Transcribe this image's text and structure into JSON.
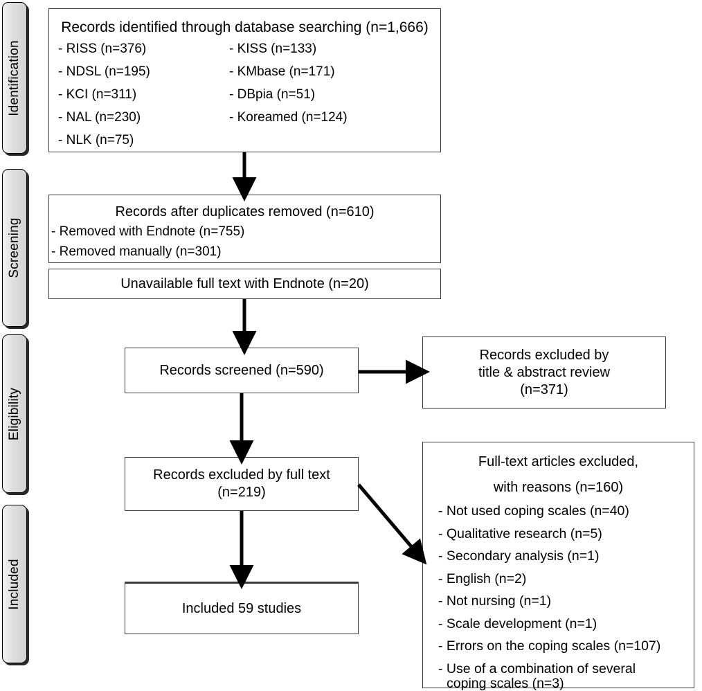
{
  "stages": [
    {
      "label": "Identification"
    },
    {
      "label": "Screening"
    },
    {
      "label": "Eligibility"
    },
    {
      "label": "Included"
    }
  ],
  "identification": {
    "title": "Records identified through database searching (n=1,666)",
    "databases_left": [
      "- RISS (n=376)",
      "- NDSL (n=195)",
      "- KCI (n=311)",
      "- NAL (n=230)",
      "- NLK (n=75)"
    ],
    "databases_right": [
      "- KISS (n=133)",
      "- KMbase (n=171)",
      "- DBpia (n=51)",
      "- Koreamed (n=124)"
    ]
  },
  "duplicates": {
    "title": "Records after duplicates removed (n=610)",
    "lines": [
      "- Removed with Endnote (n=755)",
      "- Removed manually (n=301)"
    ]
  },
  "unavailable": {
    "title": "Unavailable full text with Endnote (n=20)"
  },
  "screened": {
    "title": "Records screened (n=590)"
  },
  "excluded_title_abstract": {
    "line1": "Records excluded by",
    "line2": "title & abstract review",
    "line3": "(n=371)"
  },
  "excluded_fulltext": {
    "line1": "Records excluded by full text",
    "line2": "(n=219)"
  },
  "fulltext_excluded": {
    "title_line1": "Full-text articles excluded,",
    "title_line2": "with reasons (n=160)",
    "reasons": [
      "- Not used coping scales (n=40)",
      "- Qualitative research (n=5)",
      "- Secondary analysis (n=1)",
      "- English (n=2)",
      "- Not nursing (n=1)",
      "- Scale development (n=1)",
      "- Errors on the coping scales (n=107)",
      "- Use of a combination of several",
      "coping scales (n=3)"
    ]
  },
  "included": {
    "title": "Included 59 studies"
  },
  "colors": {
    "pill_fill": "#dedede",
    "pill_border": "#000000",
    "box_border": "#3a3a3a",
    "arrow": "#000000",
    "background": "#ffffff",
    "text": "#000000"
  }
}
